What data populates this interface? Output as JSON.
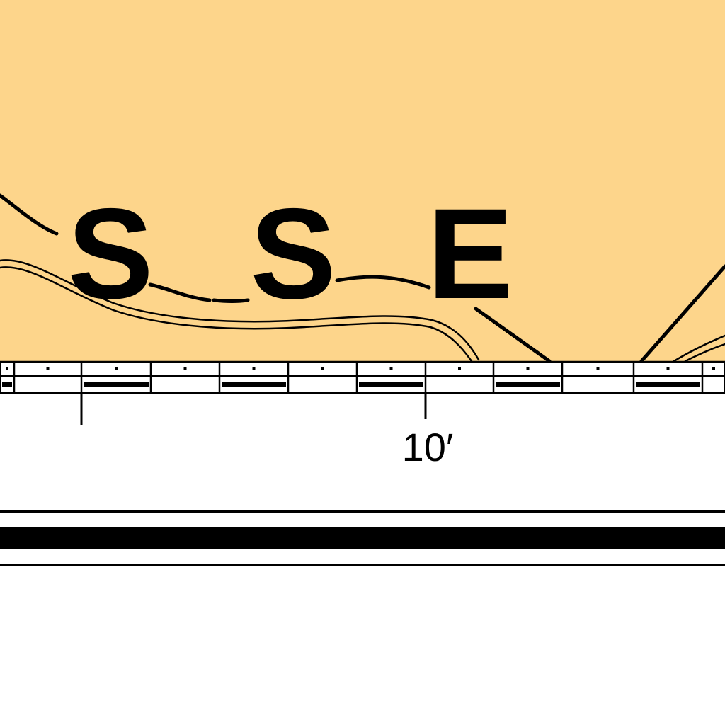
{
  "map": {
    "label_letters": [
      "S",
      "S",
      "E"
    ],
    "neatline_label": "10′",
    "colors": {
      "land_fill": "#FDD58B",
      "ink": "#000000",
      "paper": "#FFFFFF"
    }
  }
}
